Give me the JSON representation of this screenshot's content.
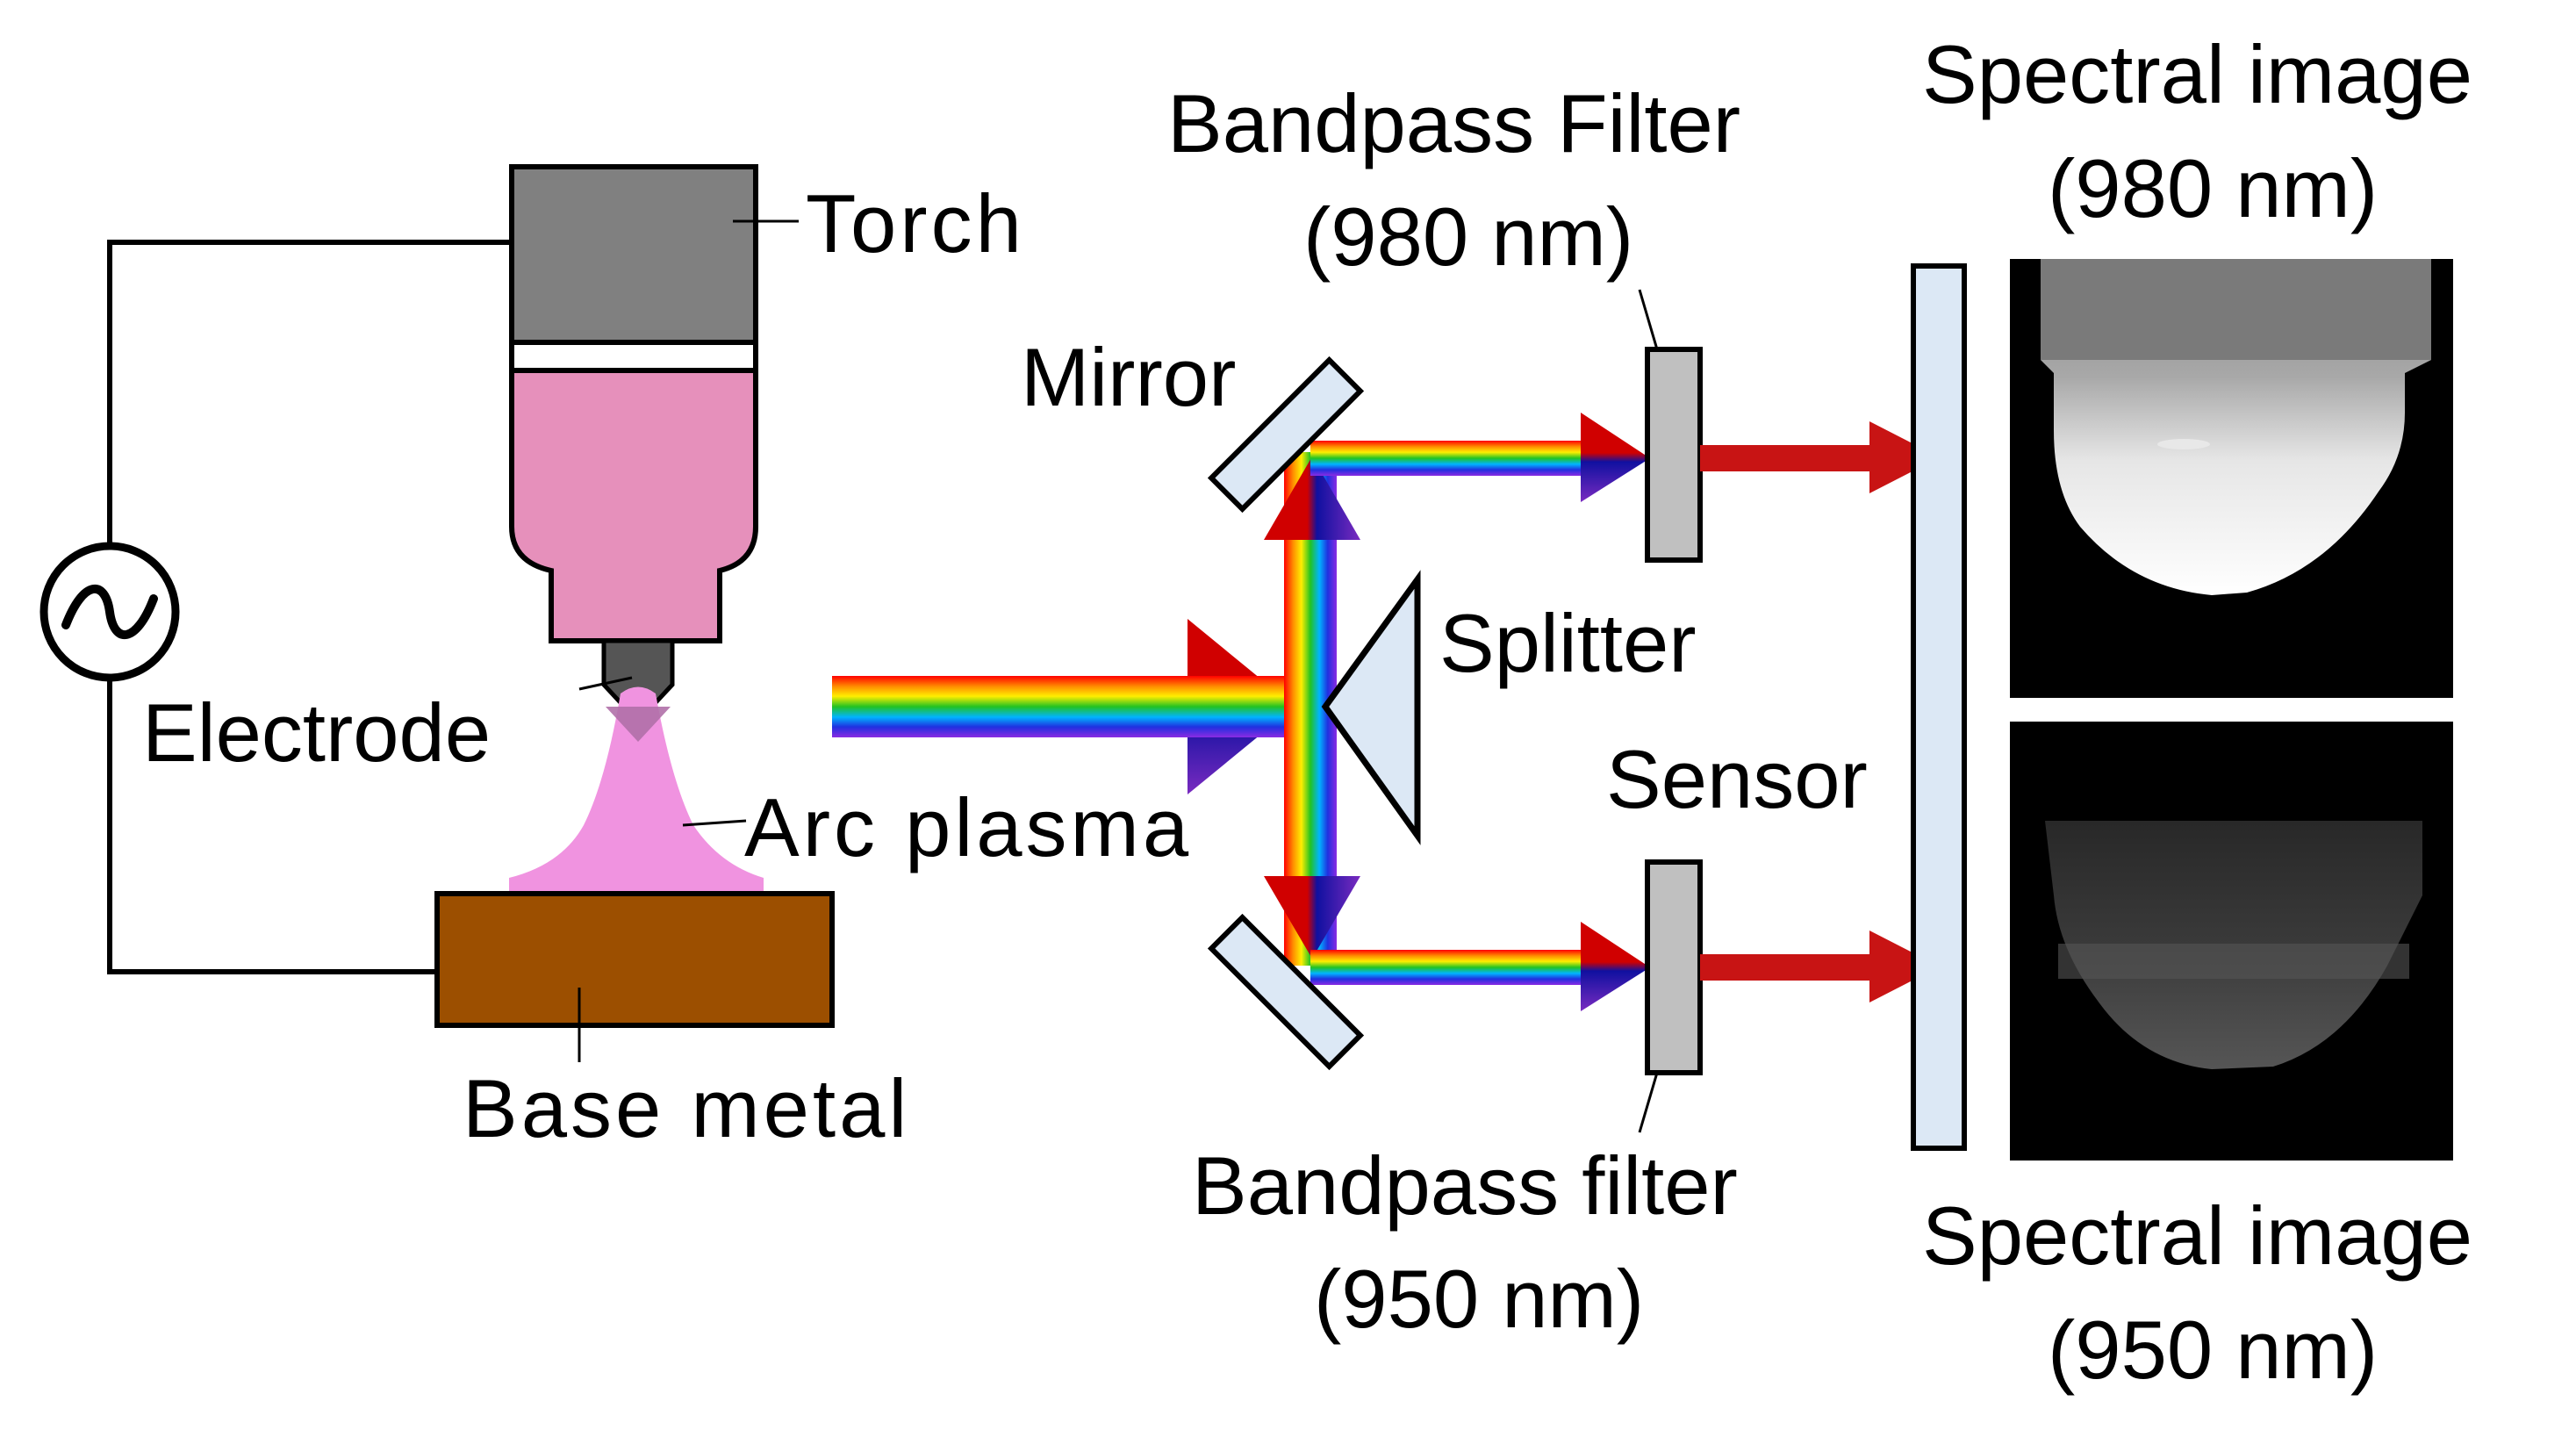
{
  "labels": {
    "torch": "Torch",
    "electrode": "Electrode",
    "arc_plasma": "Arc plasma",
    "base_metal": "Base metal",
    "mirror": "Mirror",
    "splitter": "Splitter",
    "sensor": "Sensor",
    "bandpass_top_line1": "Bandpass Filter",
    "bandpass_top_line2": "(980 nm)",
    "bandpass_bottom_line1": "Bandpass filter",
    "bandpass_bottom_line2": "(950 nm)",
    "spectral_top_line1": "Spectral image",
    "spectral_top_line2": "(980 nm)",
    "spectral_bottom_line1": "Spectral image",
    "spectral_bottom_line2": "(950 nm)",
    "ac_source_symbol": "~"
  },
  "colors": {
    "torch_body": "#808080",
    "torch_nozzle": "#e690bb",
    "arc_plasma": "#f093e0",
    "base_metal": "#9c4f00",
    "optic_fill": "#dce8f5",
    "filter_fill": "#c0c0c0",
    "output_arrow": "#c81414",
    "electrode": "#555555"
  }
}
